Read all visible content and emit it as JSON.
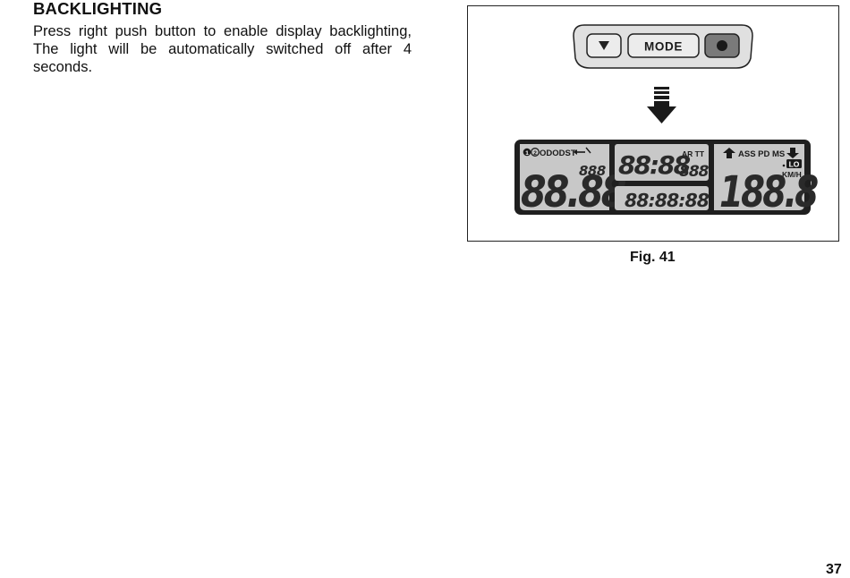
{
  "heading": "BACKLIGHTING",
  "body": "Press right push button to enable display backlighting, The light will be automatically switched off after 4 seconds.",
  "figure": {
    "caption": "Fig. 41",
    "control": {
      "mode_label": "MODE",
      "down_icon": "triangle-down-icon",
      "right_icon": "dot-icon"
    },
    "arrow_icon": "arrow-down-icon",
    "display": {
      "left_labels": "ODODST",
      "left_small": "888",
      "left_big": "88.88",
      "mid_top": "88:88",
      "mid_ar_tt": "AR TT",
      "mid_small": "888",
      "mid_bottom": "88:88:88",
      "right_labels": "ASS PD MS",
      "right_lo": "LO",
      "right_unit": "KM/H",
      "right_big": "188.8"
    }
  },
  "page_number": "37"
}
